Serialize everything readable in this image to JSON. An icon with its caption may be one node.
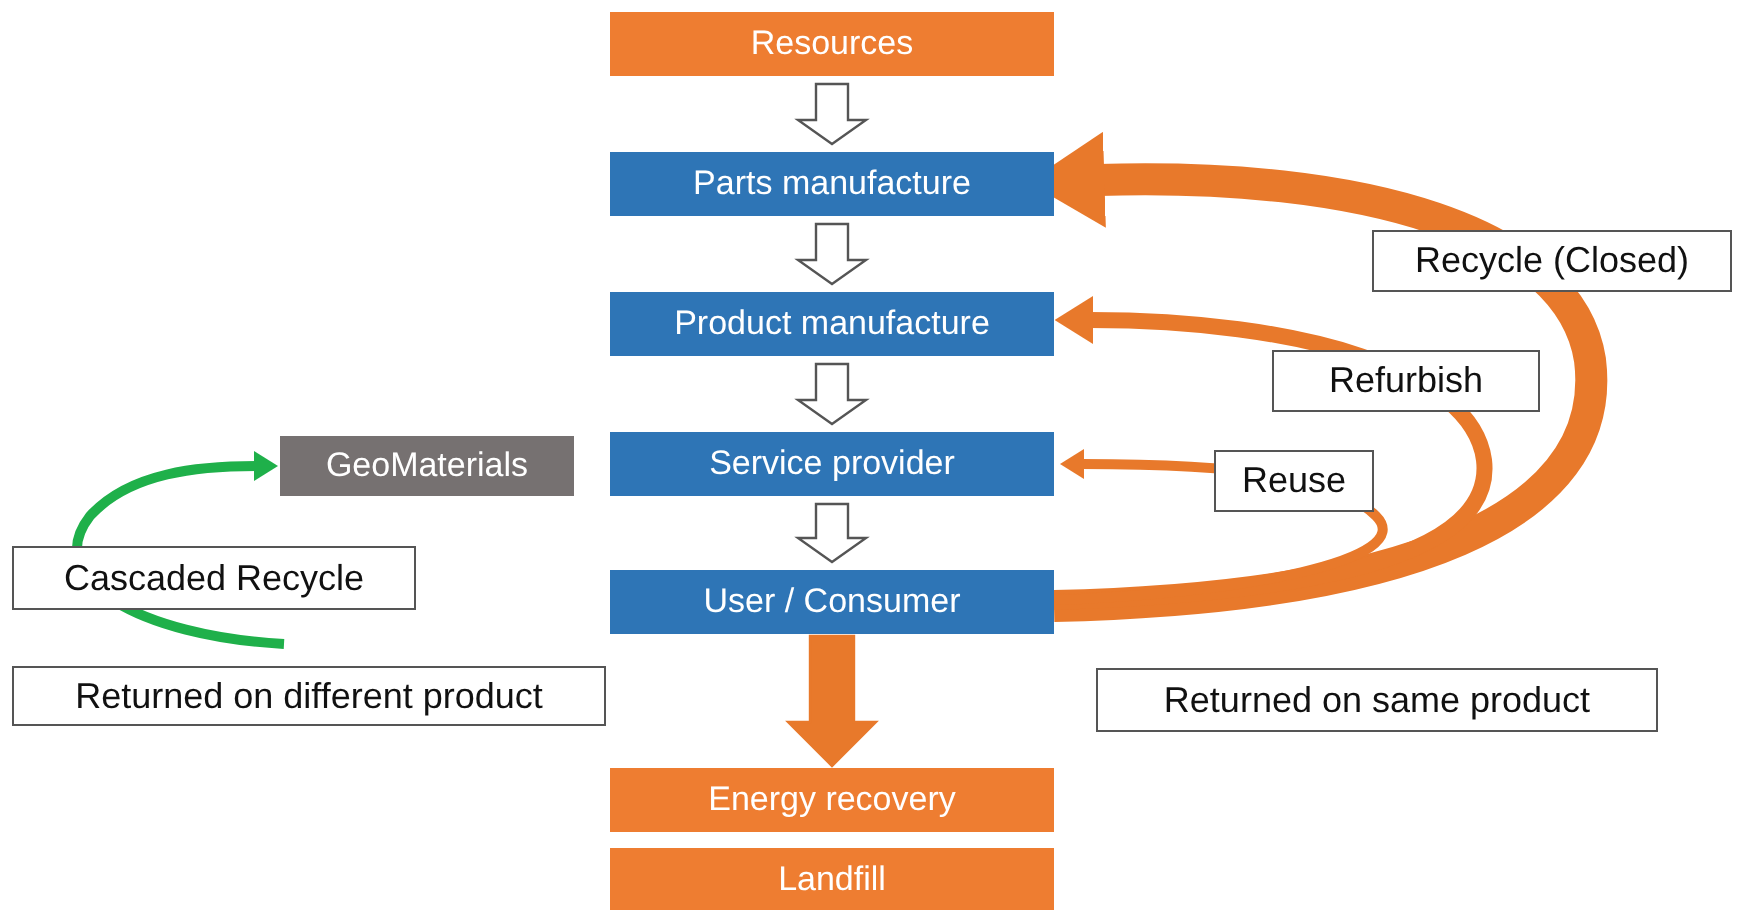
{
  "diagram": {
    "nodes": [
      {
        "text": [
          "Resources"
        ]
      },
      {
        "text": [
          "Parts manufacture"
        ]
      },
      {
        "text": [
          "Product manufacture"
        ]
      },
      {
        "text": [
          "Service provider"
        ]
      },
      {
        "text": [
          "User / Consumer"
        ]
      },
      {
        "text": [
          "Energy recovery"
        ]
      },
      {
        "text": [
          "Landfill"
        ]
      },
      {
        "text": [
          "GeoMaterials"
        ]
      }
    ],
    "edges": [
      {
        "from": 0,
        "to": 1,
        "arrow": "to"
      },
      {
        "from": 1,
        "to": 2,
        "arrow": "to"
      },
      {
        "from": 2,
        "to": 3,
        "arrow": "to"
      },
      {
        "from": 3,
        "to": 4,
        "arrow": "to"
      },
      {
        "from": 4,
        "to": 5,
        "arrow": "to",
        "style": "thick",
        "color": "#e8792b"
      },
      {
        "from": 4,
        "to": 1,
        "arrow": "to",
        "label": "Recycle (Closed)",
        "style": "thick",
        "color": "#e8792b"
      },
      {
        "from": 4,
        "to": 2,
        "arrow": "to",
        "label": "Refurbish",
        "color": "#e8792b"
      },
      {
        "from": 4,
        "to": 3,
        "arrow": "to",
        "label": "Reuse",
        "color": "#e8792b"
      },
      {
        "from": null,
        "to": 7,
        "arrow": "to",
        "label": "Cascaded Recycle",
        "color": "#1fb04a"
      }
    ],
    "labels": [
      "Returned on different product",
      "Returned on same product"
    ]
  }
}
